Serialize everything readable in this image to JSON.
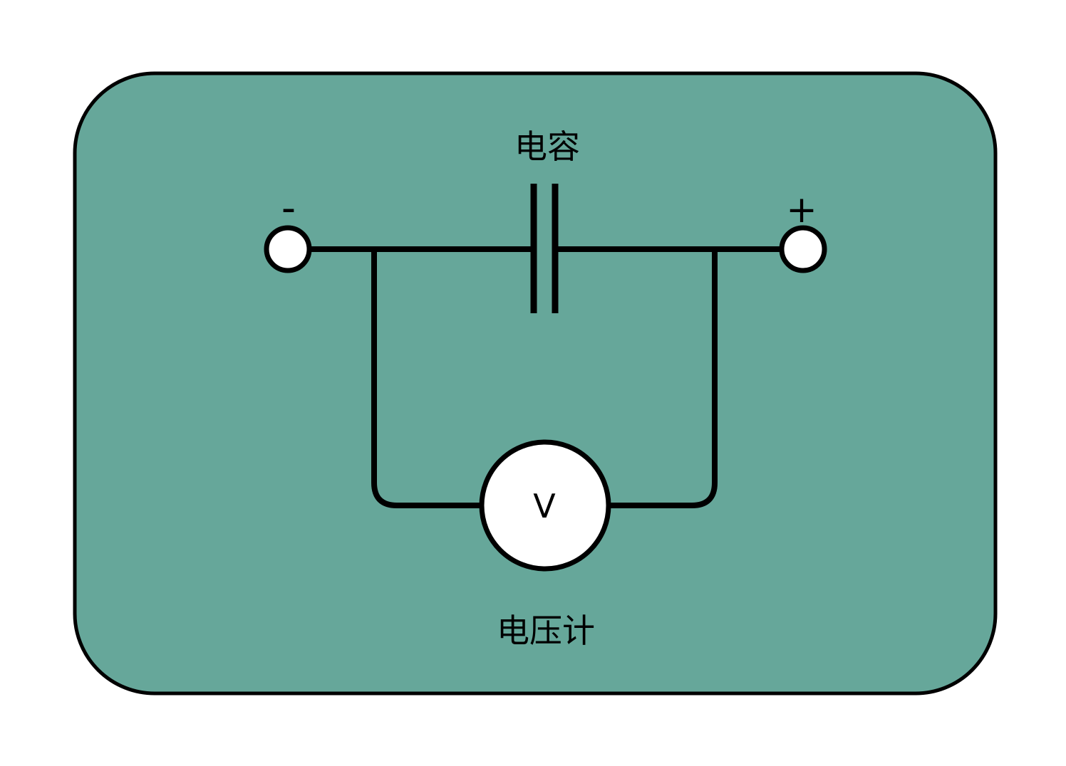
{
  "diagram": {
    "capacitor_label": "电容",
    "voltmeter_label": "电压计",
    "meter_letter": "V",
    "negative_terminal_label": "-",
    "positive_terminal_label": "+"
  },
  "colors": {
    "panel_fill": "#66A79A",
    "line": "#000000",
    "node_fill": "#FFFFFF",
    "page_background": "#FFFFFF"
  }
}
